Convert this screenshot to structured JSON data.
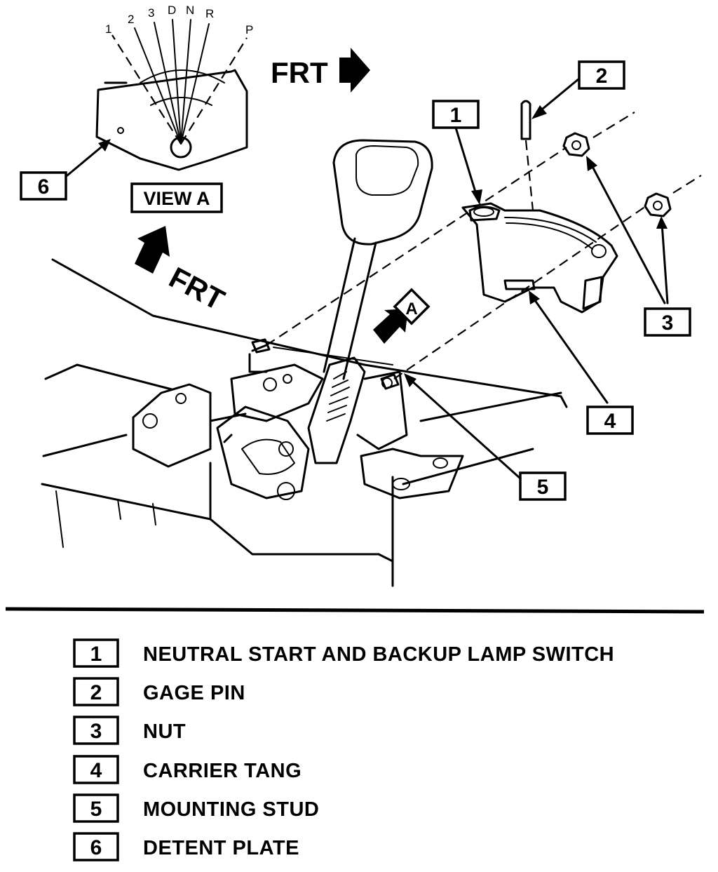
{
  "view_a": {
    "gear_positions": [
      "1",
      "2",
      "3",
      "D",
      "N",
      "R",
      "P"
    ],
    "label": "VIEW A"
  },
  "direction_labels": {
    "top": "FRT",
    "lower": "FRT"
  },
  "view_marker": "A",
  "callouts": [
    {
      "number": "1"
    },
    {
      "number": "2"
    },
    {
      "number": "3"
    },
    {
      "number": "4"
    },
    {
      "number": "5"
    },
    {
      "number": "6"
    }
  ],
  "legend": [
    {
      "number": "1",
      "text": "NEUTRAL START AND BACKUP LAMP SWITCH"
    },
    {
      "number": "2",
      "text": "GAGE PIN"
    },
    {
      "number": "3",
      "text": "NUT"
    },
    {
      "number": "4",
      "text": "CARRIER TANG"
    },
    {
      "number": "5",
      "text": "MOUNTING STUD"
    },
    {
      "number": "6",
      "text": "DETENT PLATE"
    }
  ]
}
